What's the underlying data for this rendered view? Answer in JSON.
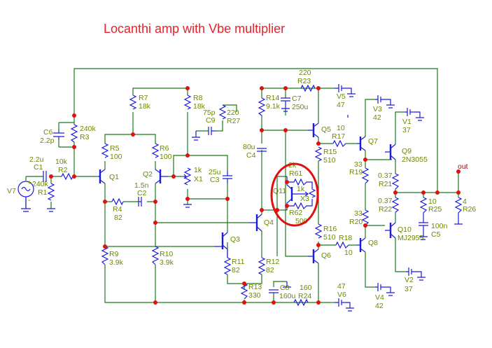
{
  "title": "Locanthi amp with Vbe multiplier",
  "components": {
    "V7": {
      "ref": "V7"
    },
    "C1": {
      "ref": "C1",
      "value": "2.2u"
    },
    "R1": {
      "ref": "R1",
      "value": "240k"
    },
    "R2": {
      "ref": "R2",
      "value": "10k"
    },
    "R3": {
      "ref": "R3",
      "value": "240k"
    },
    "C6": {
      "ref": "C6",
      "value": "2.2p"
    },
    "R5": {
      "ref": "R5",
      "value": "100"
    },
    "R6": {
      "ref": "R6",
      "value": "100"
    },
    "R7": {
      "ref": "R7",
      "value": "18k"
    },
    "R8": {
      "ref": "R8",
      "value": "18k"
    },
    "Q1": {
      "ref": "Q1"
    },
    "Q2": {
      "ref": "Q2"
    },
    "C2": {
      "ref": "C2",
      "value": "1.5n"
    },
    "R4": {
      "ref": "R4",
      "value": "82"
    },
    "X1": {
      "ref": "X1",
      "value": "1k"
    },
    "C3": {
      "ref": "C3",
      "value": "25u"
    },
    "C9": {
      "ref": "C9",
      "value": "75p"
    },
    "R27": {
      "ref": "R27",
      "value": "220"
    },
    "R9": {
      "ref": "R9",
      "value": "3.9k"
    },
    "R10": {
      "ref": "R10",
      "value": "3.9k"
    },
    "Q3": {
      "ref": "Q3"
    },
    "Q4": {
      "ref": "Q4"
    },
    "R11": {
      "ref": "R11",
      "value": "82"
    },
    "R12": {
      "ref": "R12",
      "value": "82"
    },
    "R13": {
      "ref": "R13",
      "value": "330"
    },
    "C8": {
      "ref": "C8",
      "value": "160u"
    },
    "R24": {
      "ref": "R24",
      "value": "160"
    },
    "V6": {
      "ref": "V6",
      "value": "47"
    },
    "R14": {
      "ref": "R14",
      "value": "9.1k"
    },
    "C7": {
      "ref": "C7",
      "value": "250u"
    },
    "R23": {
      "ref": "R23",
      "value": "220"
    },
    "V5": {
      "ref": "V5",
      "value": "47"
    },
    "C4": {
      "ref": "C4",
      "value": "80u"
    },
    "Q5": {
      "ref": "Q5"
    },
    "Q6": {
      "ref": "Q6"
    },
    "R15": {
      "ref": "R15",
      "value": "510"
    },
    "R16": {
      "ref": "R16",
      "value": "510"
    },
    "R17": {
      "ref": "R17",
      "value": "10"
    },
    "R18": {
      "ref": "R18",
      "value": "10"
    },
    "Q11": {
      "ref": "Q11"
    },
    "R61": {
      "ref": "R61",
      "value": "2k"
    },
    "R62": {
      "ref": "R62",
      "value": "500"
    },
    "X3": {
      "ref": "X3",
      "value": "1k"
    },
    "Q7": {
      "ref": "Q7"
    },
    "Q8": {
      "ref": "Q8"
    },
    "V3": {
      "ref": "V3",
      "value": "42"
    },
    "V4": {
      "ref": "V4",
      "value": "42"
    },
    "R19": {
      "ref": "R19",
      "value": "33"
    },
    "R20": {
      "ref": "R20",
      "value": "33"
    },
    "Q9": {
      "ref": "Q9",
      "value": "2N3055"
    },
    "Q10": {
      "ref": "Q10",
      "value": "MJ2955"
    },
    "V1": {
      "ref": "V1",
      "value": "37"
    },
    "V2": {
      "ref": "V2",
      "value": "37"
    },
    "R21": {
      "ref": "R21",
      "value": "0.37"
    },
    "R22": {
      "ref": "R22",
      "value": "0.37"
    },
    "R25": {
      "ref": "R25",
      "value": "10"
    },
    "C5": {
      "ref": "C5",
      "value": "100n"
    },
    "R26": {
      "ref": "R26",
      "value": "4"
    }
  },
  "net_labels": {
    "out": "out"
  },
  "polarity": {
    "plus": "+",
    "minus": "-"
  },
  "highlight": {
    "color": "#e01010",
    "target": "Vbe multiplier (Q11, R61, R62, X3)"
  }
}
